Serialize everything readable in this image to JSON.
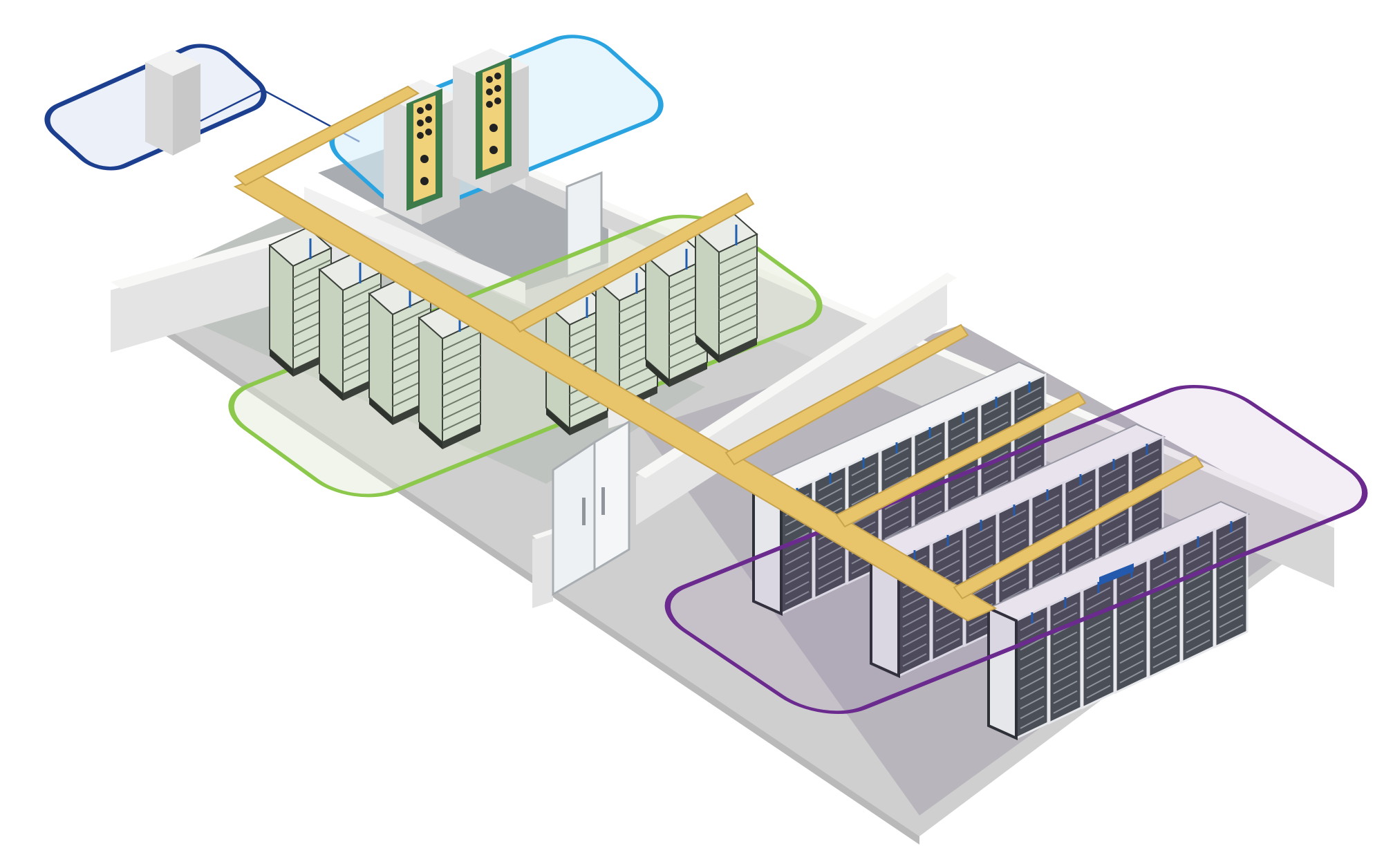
{
  "colors": {
    "background": "#ffffff",
    "floor_light": "#ededed",
    "floor_dark": "#c9c9c9",
    "wall_top": "#f7f7f5",
    "wall_side": "#dcdcdc",
    "cable_tray": "#e8c46a",
    "cable_tray_shadow": "#c9a44e",
    "zone_entrance": "#1c3f8f",
    "zone_entrance_fill": "#e8edf8",
    "zone_mda": "#2aa4e0",
    "zone_mda_fill": "#d7eefa",
    "zone_hda": "#8cc84b",
    "zone_hda_fill": "#dfe9d3",
    "zone_eda": "#6a2a8e",
    "zone_eda_fill": "#cbc3d1",
    "rack_open": "#5d6b5a",
    "rack_cabinet": "#3a3d44",
    "rack_glass": "#e9ecef",
    "patch_panel": "#f0d27a",
    "fiber_blue": "#1f5fb0"
  },
  "icons": {
    "entrance_cabinet": "server-cabinet-icon",
    "mda_frames": "patch-frame-icon",
    "hda_racks": "open-rack-icon",
    "eda_cabinets": "enclosed-cabinet-icon",
    "cable_tray": "cable-tray-icon",
    "doors": "glass-door-icon"
  },
  "zones": {
    "entrance_room": {
      "rack_count": 1
    },
    "main_distribution_area": {
      "frame_count": 2
    },
    "horizontal_distribution_area": {
      "rack_count": 8
    },
    "equipment_distribution_area": {
      "cabinet_rows": 3
    }
  }
}
